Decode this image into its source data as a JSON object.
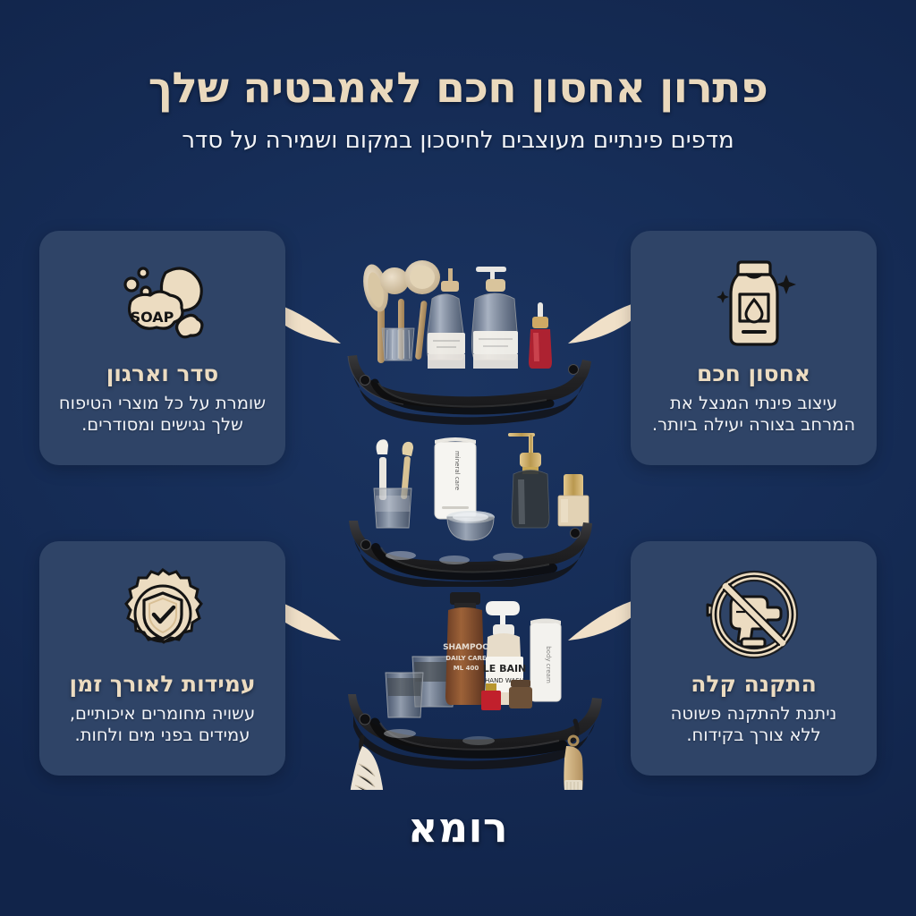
{
  "header": {
    "title": "פתרון אחסון חכם לאמבטיה שלך",
    "subtitle": "מדפים פינתיים מעוצבים לחיסכון במקום ושמירה על סדר"
  },
  "brand": {
    "name": "רומא"
  },
  "colors": {
    "background": "#152c55",
    "card_background": "#2f4467",
    "accent_cream": "#ecdcc1",
    "title_cream": "#ead9bd",
    "body_white": "#f1f3f7",
    "arrow": "#f0e0c8",
    "icon_outline": "#1a1a1a"
  },
  "cards": [
    {
      "id": "order-organization",
      "icon": "soap-bar-icon",
      "icon_label": "SOAP",
      "title": "סדר וארגון",
      "body_line1": "שומרת על כל מוצרי הטיפוח",
      "body_line2": "שלך נגישים ומסודרים.",
      "position": "top-left",
      "arrow": "arrow-left"
    },
    {
      "id": "smart-storage",
      "icon": "shampoo-bottle-icon",
      "icon_label": "",
      "title": "אחסון חכם",
      "body_line1": "עיצוב פינתי המנצל את",
      "body_line2": "המרחב בצורה יעילה ביותר.",
      "position": "top-right",
      "arrow": "arrow-right"
    },
    {
      "id": "long-lasting-durability",
      "icon": "shield-badge-check-icon",
      "icon_label": "",
      "title": "עמידות לאורך זמן",
      "body_line1": "עשויה מחומרים איכותיים,",
      "body_line2": "עמידים בפני מים ולחות.",
      "position": "bottom-left",
      "arrow": "arrow-left"
    },
    {
      "id": "easy-installation",
      "icon": "no-drill-icon",
      "icon_label": "",
      "title": "התקנה קלה",
      "body_line1": "ניתנת להתקנה פשוטה",
      "body_line2": "ללא צורך בקידוח.",
      "position": "bottom-right",
      "arrow": "arrow-right"
    }
  ],
  "products": [
    {
      "id": "shelf-top",
      "description": "מדף פינתי שחור עם מברשות גוף, מתקני סבון זכוכית ובקבוק טפטפת"
    },
    {
      "id": "shelf-middle",
      "description": "מדף פינתי שחור עם מברשות שיניים בכוס, משחת שיניים, צנצנת ומתקן סבון"
    },
    {
      "id": "shelf-bottom",
      "description": "מדף פינתי שחור עם ווים, בקבוקי שמפו, מגבת ומברשת"
    }
  ]
}
